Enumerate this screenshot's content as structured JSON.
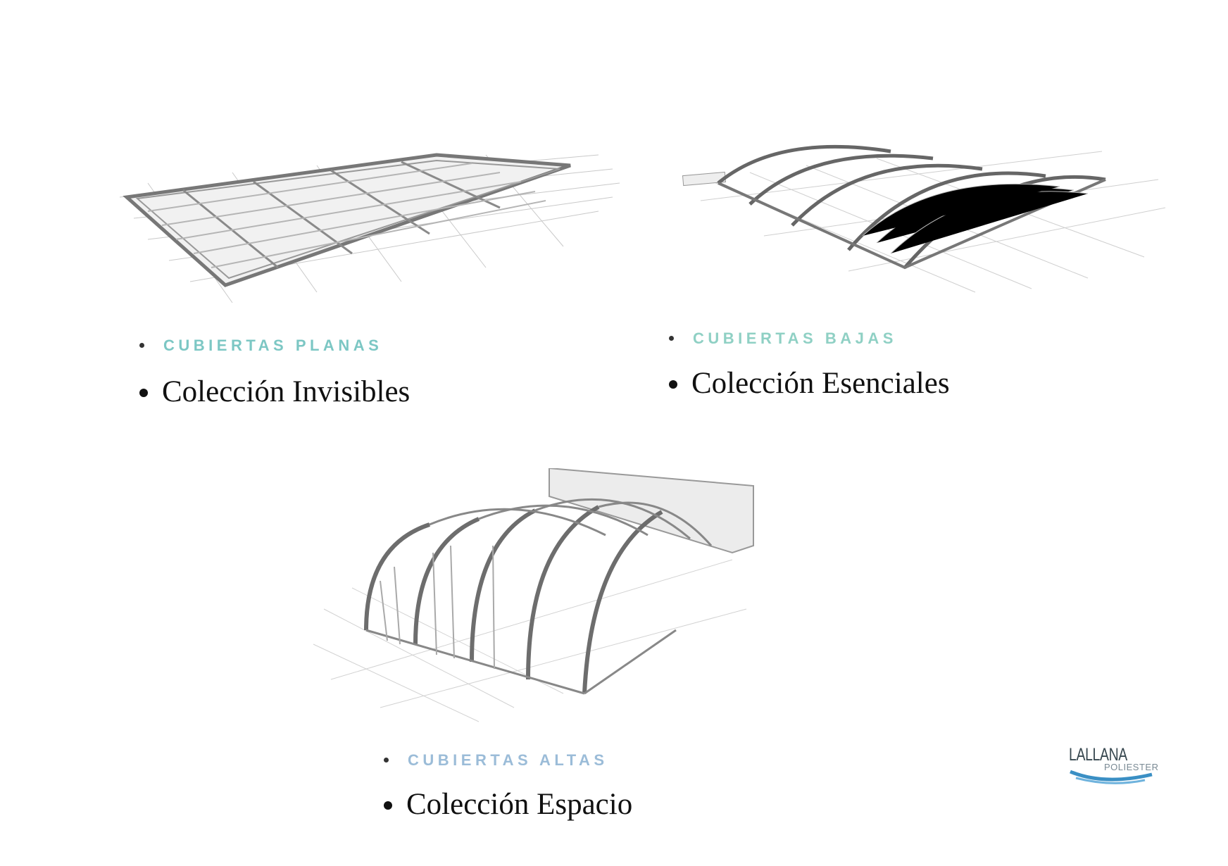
{
  "sections": [
    {
      "category": "CUBIERTAS PLANAS",
      "collection": "Colección Invisibles",
      "category_color": "#7cc7c4"
    },
    {
      "category": "CUBIERTAS BAJAS",
      "collection": "Colección Esenciales",
      "category_color": "#8fd0c4"
    },
    {
      "category": "CUBIERTAS ALTAS",
      "collection": "Colección Espacio",
      "category_color": "#9bbcd8"
    }
  ],
  "logo": {
    "brand": "LALLANA",
    "sub": "POLIESTER",
    "wave_color": "#3a8fc4"
  }
}
